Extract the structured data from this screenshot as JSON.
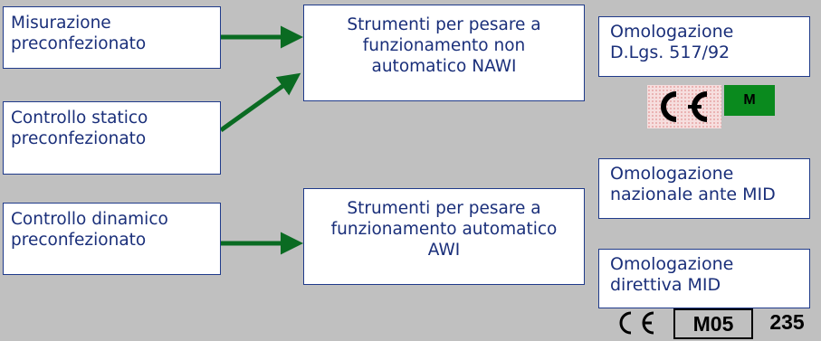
{
  "colors": {
    "background": "#c0c0c0",
    "box_fill": "#ffffff",
    "box_border": "#1f3a8a",
    "text": "#1a2f7a",
    "arrow": "#0a6b22",
    "m_mark_fill": "#0a8a1e"
  },
  "left_boxes": [
    {
      "label": "Misurazione\npreconfezionato"
    },
    {
      "label": "Controllo statico\npreconfezionato"
    },
    {
      "label": "Controllo dinamico\npreconfezionato"
    }
  ],
  "center_boxes": [
    {
      "label": "Strumenti per pesare a\nfunzionamento non\nautomatico NAWI"
    },
    {
      "label": "Strumenti per pesare a\nfunzionamento automatico\nAWI"
    }
  ],
  "right_boxes": [
    {
      "label": "Omologazione\nD.Lgs. 517/92"
    },
    {
      "label": "Omologazione\nnazionale ante MID"
    },
    {
      "label": "Omologazione\ndirettiva MID"
    }
  ],
  "marks": {
    "ce_icon": "ce-mark",
    "m_label": "M",
    "mid_code": "M05",
    "mid_number": "235"
  },
  "connections": [
    {
      "from": "Misurazione preconfezionato",
      "to": "Strumenti per pesare a funzionamento non automatico NAWI"
    },
    {
      "from": "Controllo statico preconfezionato",
      "to": "Strumenti per pesare a funzionamento non automatico NAWI"
    },
    {
      "from": "Controllo dinamico preconfezionato",
      "to": "Strumenti per pesare a funzionamento automatico AWI"
    }
  ]
}
